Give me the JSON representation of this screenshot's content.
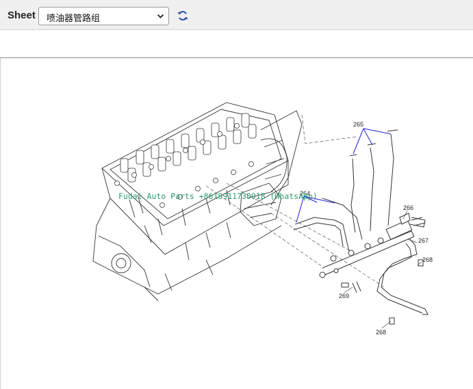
{
  "toolbar": {
    "sheet_label": "Sheet",
    "sheet_select": {
      "selected": "喷油器管路组",
      "icon": "chevron-down-icon"
    },
    "refresh_icon": "refresh-icon"
  },
  "diagram": {
    "watermark": "Fudai Auto Parts +8618911730918 (WhatsApp)",
    "callouts": [
      "264",
      "265",
      "266",
      "267",
      "268",
      "268",
      "269"
    ],
    "colors": {
      "leader_line": "#1f1fdc",
      "refresh_icon": "#2746a8",
      "watermark": "#2a9a6a"
    }
  }
}
